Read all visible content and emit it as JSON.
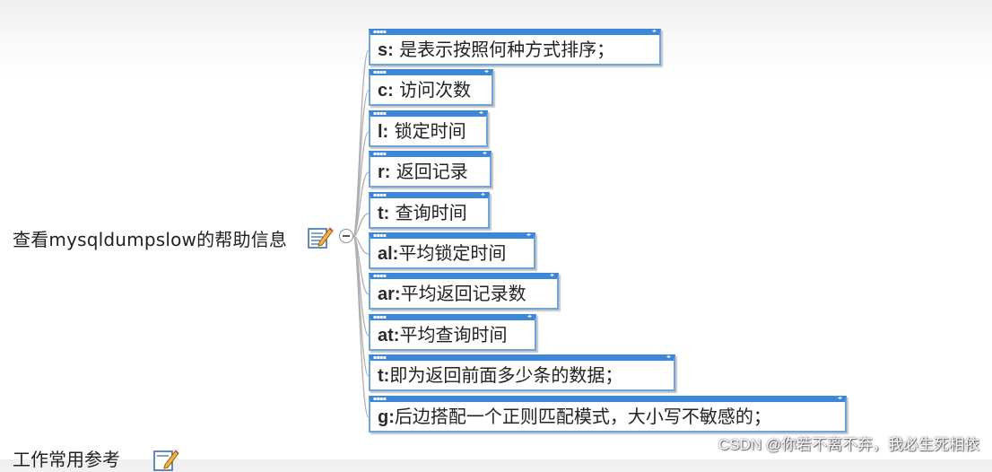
{
  "mindmap": {
    "parent": {
      "label": "查看mysqldumpslow的帮助信息",
      "note_icon": "note-edit-icon",
      "toggle_icon": "collapse-minus-icon"
    },
    "children": [
      {
        "key": "s:",
        "text": " 是表示按照何种方式排序；"
      },
      {
        "key": "c:",
        "text": " 访问次数"
      },
      {
        "key": "l:",
        "text": " 锁定时间"
      },
      {
        "key": "r:",
        "text": " 返回记录"
      },
      {
        "key": "t:",
        "text": " 查询时间"
      },
      {
        "key": "al:",
        "text": "平均锁定时间"
      },
      {
        "key": "ar:",
        "text": "平均返回记录数"
      },
      {
        "key": "at:",
        "text": "平均查询时间"
      },
      {
        "key": "t:",
        "text": "即为返回前面多少条的数据；"
      },
      {
        "key": "g:",
        "text": "后边搭配一个正则匹配模式，大小写不敏感的；"
      }
    ],
    "next_topic": {
      "label": "工作常用参考"
    }
  },
  "watermark": "CSDN @你若不离不弃，我必生死相依",
  "colors": {
    "topic_border": "#6fa5df",
    "topic_header": "#3d87d8",
    "connector": "#aeaeae"
  }
}
